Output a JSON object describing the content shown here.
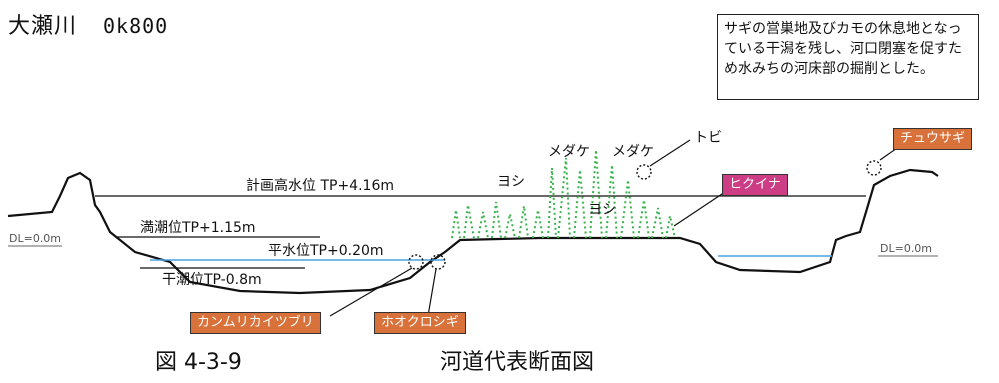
{
  "title": {
    "river": "大瀬川",
    "km": "0k800"
  },
  "note": "サギの営巣地及びカモの休息地となっている干潟を残し、河口閉塞を促すため水みちの河床部の掘削とした。",
  "levels": {
    "planned_hwl": "計画高水位 TP+4.16m",
    "high_tide": "満潮位TP+1.15m",
    "normal": "平水位TP+0.20m",
    "low_tide": "干潮位TP-0.8m"
  },
  "datum": {
    "left": "DL=0.0m",
    "right": "DL=0.0m"
  },
  "plants": {
    "yoshi1": "ヨシ",
    "yoshi2": "ヨシ",
    "medake1": "メダケ",
    "medake2": "メダケ"
  },
  "species": {
    "tobi": "トビ",
    "chuusagi": "チュウサギ",
    "hikuina": "ヒクイナ",
    "kanmuri": "カンムリカイツブリ",
    "hoshigoi": "ホオクロシギ"
  },
  "colors": {
    "orange_tag": "#d9723a",
    "pink_tag": "#cc3d86",
    "water": "#4aa3df",
    "reed": "#38b24a"
  },
  "caption": {
    "fig": "図 4-3-9",
    "name": "河道代表断面図"
  }
}
